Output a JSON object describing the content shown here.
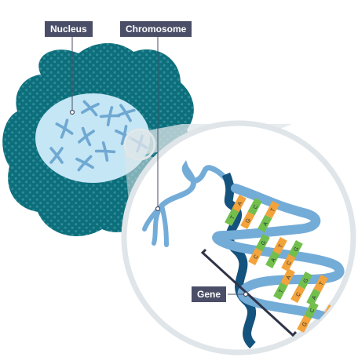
{
  "labels": {
    "nucleus": "Nucleus",
    "chromosome": "Chromosome",
    "gene": "Gene"
  },
  "base_pairs": [
    [
      "T",
      "A"
    ],
    [
      "G",
      "C"
    ],
    [
      "A",
      "T"
    ],
    [
      "C",
      "G"
    ],
    [
      "A",
      "T"
    ],
    [
      "C",
      "G"
    ],
    [
      "T",
      "A"
    ],
    [
      "C",
      "G"
    ],
    [
      "A",
      "T"
    ],
    [
      "G",
      "C"
    ],
    [
      "A",
      "T"
    ]
  ],
  "colors": {
    "cell": "#0e6f7c",
    "cell_dots": "#2f8e99",
    "nucleus": "#c5e6f4",
    "chromosome": "#6fa8d2",
    "label_bg": "#4a4e67",
    "magnifier_ring": "#dfe5e8",
    "magnifier_bg": "#ffffff",
    "dna_backbone": "#74acd8",
    "dna_back_strand": "#14537d",
    "base_green": "#72bf4e",
    "base_orange": "#f3a33b",
    "bracket": "#2f3448"
  }
}
